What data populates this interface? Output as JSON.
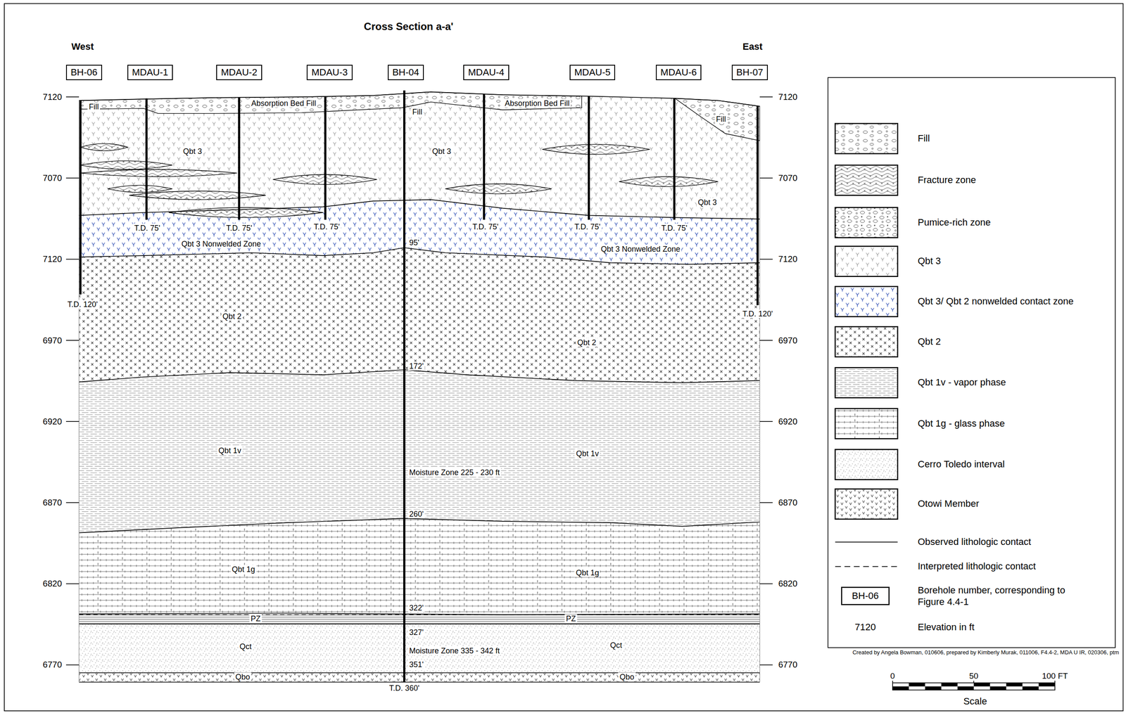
{
  "diagram": {
    "title": "Cross Section a-a'",
    "nodes": [
      {
        "text": [
          "BH-06"
        ]
      },
      {
        "text": [
          "MDAU-1"
        ]
      },
      {
        "text": [
          "MDAU-2"
        ]
      },
      {
        "text": [
          "MDAU-3"
        ]
      },
      {
        "text": [
          "BH-04"
        ]
      },
      {
        "text": [
          "MDAU-4"
        ]
      },
      {
        "text": [
          "MDAU-5"
        ]
      },
      {
        "text": [
          "MDAU-6"
        ]
      },
      {
        "text": [
          "BH-07"
        ]
      }
    ],
    "labels": [
      "West",
      "East",
      "7120",
      "7070",
      "7120",
      "6970",
      "6920",
      "6870",
      "6820",
      "6770",
      "7120",
      "7070",
      "7120",
      "6970",
      "6920",
      "6870",
      "6820",
      "6770",
      "Fill",
      "Absorption Bed Fill",
      "Fill",
      "Absorption Bed Fill",
      "Fill",
      "Qbt 3",
      "Qbt 3",
      "Qbt 3",
      "T.D. 75'",
      "T.D. 75'",
      "T.D. 75'",
      "T.D. 75'",
      "T.D. 75'",
      "T.D. 75'",
      "Qbt 3 Nonwelded Zone",
      "95'",
      "Qbt 3 Nonwelded Zone",
      "T.D. 120'",
      "T.D. 120'",
      "Qbt 2",
      "Qbt 2",
      "172'",
      "Qbt 1v",
      "Qbt 1v",
      "Moisture Zone 225 - 230 ft",
      "260'",
      "Qbt 1g",
      "Qbt 1g",
      "322'",
      "PZ",
      "PZ",
      "327'",
      "Qct",
      "Qct",
      "Moisture Zone 335 - 342 ft",
      "351'",
      "Qbo",
      "Qbo",
      "T.D. 360'",
      "Created by Angela Bowman, 010606, prepared by Kimberly Murak, 011006, F4.4-2, MDA U IR, 020306, ptm",
      "BH-06",
      "7120",
      "0",
      "50",
      "100 FT",
      "Scale"
    ],
    "legend": [
      {
        "text": "Fill"
      },
      {
        "text": "Fracture zone"
      },
      {
        "text": "Pumice-rich zone"
      },
      {
        "text": "Qbt 3"
      },
      {
        "text": "Qbt 3/ Qbt 2 nonwelded contact zone"
      },
      {
        "text": "Qbt 2"
      },
      {
        "text": "Qbt 1v - vapor phase"
      },
      {
        "text": "Qbt 1g - glass phase"
      },
      {
        "text": "Cerro Toledo interval"
      },
      {
        "text": "Otowi Member"
      },
      {
        "text": "Observed lithologic contact"
      },
      {
        "text": "Interpreted lithologic contact"
      },
      {
        "text": "Borehole number, corresponding to Figure 4.4-1"
      },
      {
        "text": "Elevation in ft"
      }
    ]
  }
}
